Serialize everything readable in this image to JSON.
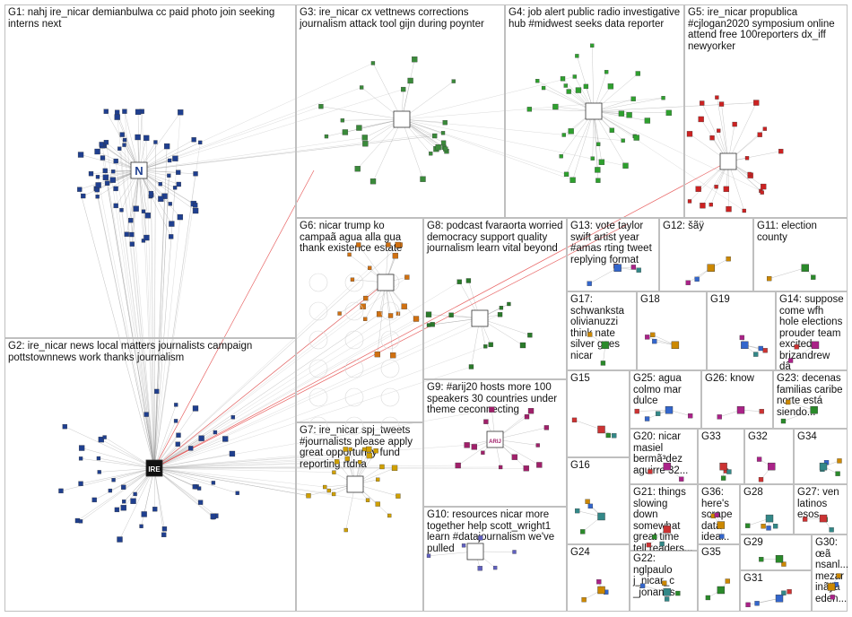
{
  "groups": [
    {
      "id": "G1",
      "label": "G1: nahj ire_nicar demianbulwa cc paid photo join seeking interns next"
    },
    {
      "id": "G2",
      "label": "G2: ire_nicar news local matters journalists campaign pottstownnews work thanks journalism"
    },
    {
      "id": "G3",
      "label": "G3: ire_nicar cx vettnews corrections journalism attack tool gijn during poynter"
    },
    {
      "id": "G4",
      "label": "G4: job alert public radio investigative hub #midwest seeks data reporter"
    },
    {
      "id": "G5",
      "label": "G5: ire_nicar propublica #cjlogan2020 symposium online attend free 100reporters dx_iff newyorker"
    },
    {
      "id": "G6",
      "label": "G6: nicar trump ko campaã agua alla gua thank existence estate"
    },
    {
      "id": "G7",
      "label": "G7: ire_nicar spj_tweets #journalists please apply great opportunity fund reporting rtdna"
    },
    {
      "id": "G8",
      "label": "G8: podcast fvaraorta worried democracy support quality journalism learn vital beyond"
    },
    {
      "id": "G9",
      "label": "G9: #arij20 hosts more 100 speakers 30 countries under theme ceconnecting"
    },
    {
      "id": "G10",
      "label": "G10: resources nicar more together help scott_wright1 learn #datajournalism we've pulled"
    },
    {
      "id": "G11",
      "label": "G11: election county"
    },
    {
      "id": "G12",
      "label": "G12: šãÿ"
    },
    {
      "id": "G13",
      "label": "G13: vote taylor swift artist year #amas rting tweet replying format"
    },
    {
      "id": "G14",
      "label": "G14: suppose come wfh hole elections prouder team excited brizandrew dâ"
    },
    {
      "id": "G15",
      "label": "G15"
    },
    {
      "id": "G16",
      "label": "G16"
    },
    {
      "id": "G17",
      "label": "G17: schwanksta olivianuzzi think nate silver goes nicar"
    },
    {
      "id": "G18",
      "label": "G18"
    },
    {
      "id": "G19",
      "label": "G19"
    },
    {
      "id": "G20",
      "label": "G20: nicar masiel bermã³dez aguirre 32..."
    },
    {
      "id": "G21",
      "label": "G21: things slowing down somewhat great time tell readers..."
    },
    {
      "id": "G22",
      "label": "G22: nglpaulo j_nicar_c _jonanas"
    },
    {
      "id": "G23",
      "label": "G23: decenas familias caribe norte está siendo..."
    },
    {
      "id": "G24",
      "label": "G24"
    },
    {
      "id": "G25",
      "label": "G25: agua colmo mar dulce"
    },
    {
      "id": "G26",
      "label": "G26: know"
    },
    {
      "id": "G27",
      "label": "G27: ven latinos esos"
    },
    {
      "id": "G28",
      "label": "G28"
    },
    {
      "id": "G29",
      "label": "G29"
    },
    {
      "id": "G30",
      "label": "G30: œã nsanl... mezar inãÿa eden..."
    },
    {
      "id": "G31",
      "label": "G31"
    },
    {
      "id": "G32",
      "label": "G32"
    },
    {
      "id": "G33",
      "label": "G33"
    },
    {
      "id": "G34",
      "label": "G34"
    },
    {
      "id": "G35",
      "label": "G35"
    },
    {
      "id": "G36",
      "label": "G36: here's scrape data idea..."
    }
  ],
  "colors": {
    "edge": "#9a9a9a",
    "edge_highlight": "#e03030",
    "box_border": "#bfbfbf",
    "G1": "#1f3f8f",
    "G2": "#1f3f8f",
    "G3": "#3a8a3a",
    "G4": "#2ea02e",
    "G5": "#cc2222",
    "G6": "#d07010",
    "G7": "#d0a000",
    "G8": "#2a7a2a",
    "G9": "#a0206a",
    "G10": "#6060c0"
  },
  "hub_icons": {
    "G1": "n-logo-icon",
    "G2": "ire-logo-icon",
    "G9": "arij-logo-icon"
  }
}
